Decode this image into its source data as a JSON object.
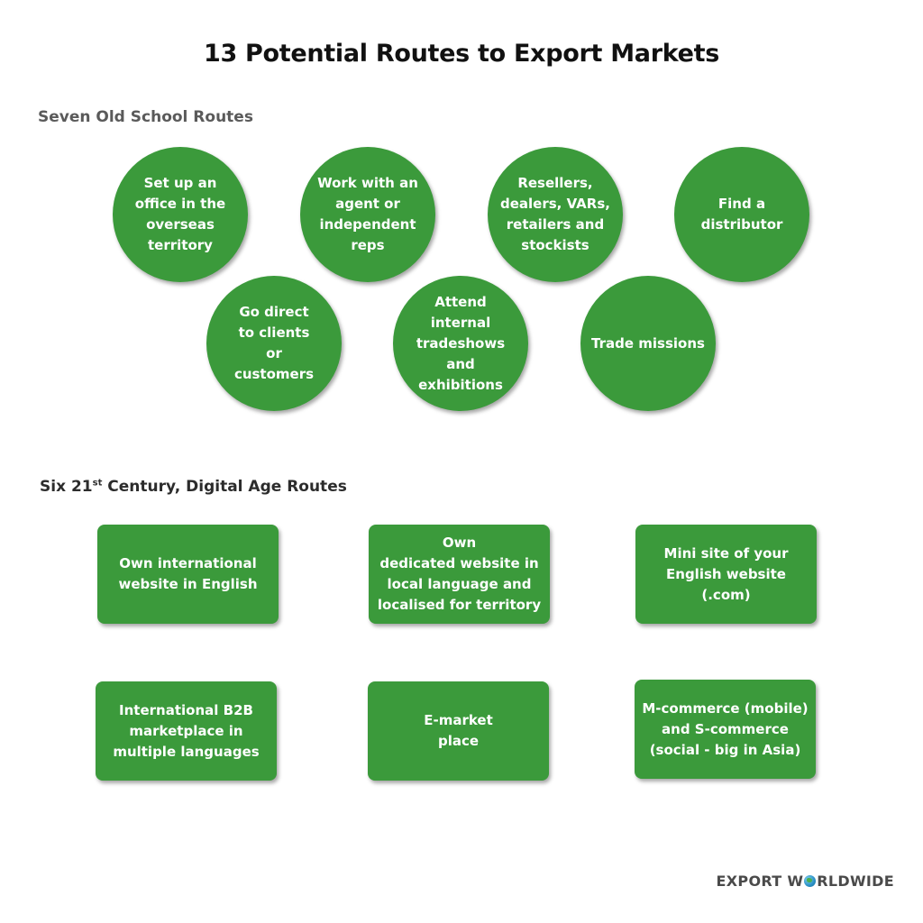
{
  "title": "13 Potential Routes to Export Markets",
  "old_school": {
    "heading": "Seven Old School Routes",
    "routes": [
      "Set up an\noffice in the\noverseas\nterritory",
      "Work with an\nagent or\nindependent\nreps",
      "Resellers,\ndealers, VARs,\nretailers and\nstockists",
      "Find a\ndistributor",
      "Go direct\nto clients\nor\ncustomers",
      "Attend\ninternal\ntradeshows\nand\nexhibitions",
      "Trade missions"
    ]
  },
  "digital": {
    "heading_prefix": "Six 21",
    "heading_sup": "st",
    "heading_suffix": " Century, Digital Age Routes",
    "routes": [
      "Own international\nwebsite in English",
      "Own\ndedicated website in\nlocal language and\nlocalised for territory",
      "Mini site of your\nEnglish website\n(.com)",
      "International B2B\nmarketplace in\nmultiple languages",
      "E-market\nplace",
      "M-commerce (mobile)\nand S-commerce\n(social - big in Asia)"
    ]
  },
  "brand": {
    "part1": "EXPORT W",
    "part2": "RLDWIDE",
    "icon": "globe-icon"
  },
  "colors": {
    "route_fill": "#3b9a3b",
    "route_text": "#ffffff"
  }
}
